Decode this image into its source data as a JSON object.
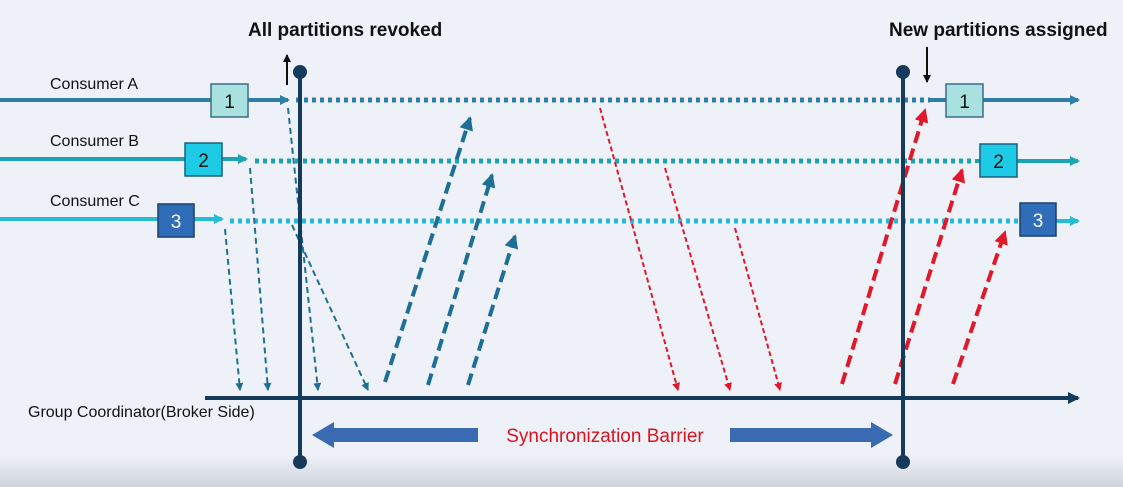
{
  "diagram": {
    "top_left_label": "All partitions revoked",
    "top_right_label": "New partitions assigned",
    "consumers": [
      {
        "name": "Consumer A",
        "partition": "1"
      },
      {
        "name": "Consumer B",
        "partition": "2"
      },
      {
        "name": "Consumer C",
        "partition": "3"
      }
    ],
    "coordinator_label": "Group Coordinator(Broker Side)",
    "barrier_label": "Synchronization Barrier"
  },
  "colors": {
    "consumer_a": "#2e7ea6",
    "consumer_b": "#1aa5b5",
    "consumer_c": "#27bcd6",
    "box_a": "#a8e1e0",
    "box_b": "#1ecbe6",
    "box_c": "#2f6db8",
    "barrier_line": "#163a5c",
    "assign": "#e0182a",
    "barrier_text": "#d9141f",
    "barrier_arrow": "#3a6ab2"
  }
}
